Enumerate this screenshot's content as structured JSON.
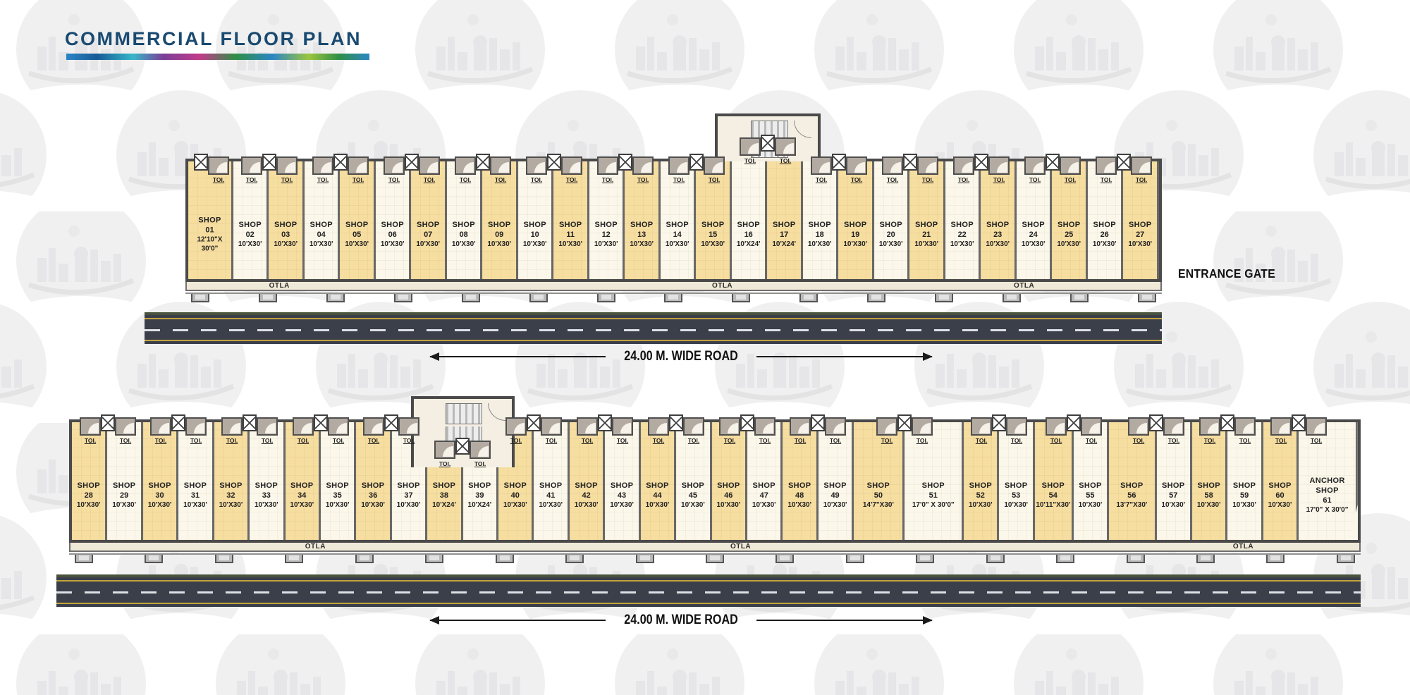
{
  "title": "COMMERCIAL FLOOR PLAN",
  "labels": {
    "shop_word": "SHOP",
    "toi": "TOI.",
    "otla": "OTLA",
    "road": "24.00 M. WIDE ROAD",
    "entrance_gate": "ENTRANCE GATE"
  },
  "colors": {
    "title_navy": "#1a4a70",
    "shop_yellow": "#f6dda0",
    "shop_cream": "#fbf7ea",
    "wall_dark": "#4a4a4a",
    "wall_mid": "#686868",
    "toi_gray": "#b3aaa2",
    "otla_beige": "#efe9d7",
    "road_asphalt": "#3a3f4a",
    "road_edge_yellow": "#c2a23c",
    "road_dash": "#dde0e4",
    "underline_accents": [
      "#2b86c5",
      "#37b6c9",
      "#c23a8a",
      "#2f8f46",
      "#9bc53d"
    ]
  },
  "strips": [
    {
      "id": "top",
      "yellow_parity": "odd",
      "stair_between": [
        "16",
        "17"
      ],
      "shops": [
        {
          "num": "01",
          "dim": "12'10\"X\n30'0\"",
          "w": 12.83
        },
        {
          "num": "02",
          "dim": "10'X30'",
          "w": 10
        },
        {
          "num": "03",
          "dim": "10'X30'",
          "w": 10
        },
        {
          "num": "04",
          "dim": "10'X30'",
          "w": 10
        },
        {
          "num": "05",
          "dim": "10'X30'",
          "w": 10
        },
        {
          "num": "06",
          "dim": "10'X30'",
          "w": 10
        },
        {
          "num": "07",
          "dim": "10'X30'",
          "w": 10
        },
        {
          "num": "08",
          "dim": "10'X30'",
          "w": 10
        },
        {
          "num": "09",
          "dim": "10'X30'",
          "w": 10
        },
        {
          "num": "10",
          "dim": "10'X30'",
          "w": 10
        },
        {
          "num": "11",
          "dim": "10'X30'",
          "w": 10
        },
        {
          "num": "12",
          "dim": "10'X30'",
          "w": 10
        },
        {
          "num": "13",
          "dim": "10'X30'",
          "w": 10
        },
        {
          "num": "14",
          "dim": "10'X30'",
          "w": 10
        },
        {
          "num": "15",
          "dim": "10'X30'",
          "w": 10
        },
        {
          "num": "16",
          "dim": "10'X24'",
          "w": 10
        },
        {
          "num": "17",
          "dim": "10'X24'",
          "w": 10
        },
        {
          "num": "18",
          "dim": "10'X30'",
          "w": 10
        },
        {
          "num": "19",
          "dim": "10'X30'",
          "w": 10
        },
        {
          "num": "20",
          "dim": "10'X30'",
          "w": 10
        },
        {
          "num": "21",
          "dim": "10'X30'",
          "w": 10
        },
        {
          "num": "22",
          "dim": "10'X30'",
          "w": 10
        },
        {
          "num": "23",
          "dim": "10'X30'",
          "w": 10
        },
        {
          "num": "24",
          "dim": "10'X30'",
          "w": 10
        },
        {
          "num": "25",
          "dim": "10'X30'",
          "w": 10
        },
        {
          "num": "26",
          "dim": "10'X30'",
          "w": 10
        },
        {
          "num": "27",
          "dim": "10'X30'",
          "w": 10
        }
      ]
    },
    {
      "id": "bottom",
      "yellow_parity": "even",
      "stair_between": [
        "38",
        "39"
      ],
      "shops": [
        {
          "num": "28",
          "dim": "10'X30'",
          "w": 10
        },
        {
          "num": "29",
          "dim": "10'X30'",
          "w": 10
        },
        {
          "num": "30",
          "dim": "10'X30'",
          "w": 10
        },
        {
          "num": "31",
          "dim": "10'X30'",
          "w": 10
        },
        {
          "num": "32",
          "dim": "10'X30'",
          "w": 10
        },
        {
          "num": "33",
          "dim": "10'X30'",
          "w": 10
        },
        {
          "num": "34",
          "dim": "10'X30'",
          "w": 10
        },
        {
          "num": "35",
          "dim": "10'X30'",
          "w": 10
        },
        {
          "num": "36",
          "dim": "10'X30'",
          "w": 10
        },
        {
          "num": "37",
          "dim": "10'X30'",
          "w": 10
        },
        {
          "num": "38",
          "dim": "10'X24'",
          "w": 10
        },
        {
          "num": "39",
          "dim": "10'X24'",
          "w": 10
        },
        {
          "num": "40",
          "dim": "10'X30'",
          "w": 10
        },
        {
          "num": "41",
          "dim": "10'X30'",
          "w": 10
        },
        {
          "num": "42",
          "dim": "10'X30'",
          "w": 10
        },
        {
          "num": "43",
          "dim": "10'X30'",
          "w": 10
        },
        {
          "num": "44",
          "dim": "10'X30'",
          "w": 10
        },
        {
          "num": "45",
          "dim": "10'X30'",
          "w": 10
        },
        {
          "num": "46",
          "dim": "10'X30'",
          "w": 10
        },
        {
          "num": "47",
          "dim": "10'X30'",
          "w": 10
        },
        {
          "num": "48",
          "dim": "10'X30'",
          "w": 10
        },
        {
          "num": "49",
          "dim": "10'X30'",
          "w": 10
        },
        {
          "num": "50",
          "dim": "14'7\"X30'",
          "w": 14.58
        },
        {
          "num": "51",
          "dim": "17'0\" X 30'0\"",
          "w": 17
        },
        {
          "num": "52",
          "dim": "10'X30'",
          "w": 10
        },
        {
          "num": "53",
          "dim": "10'X30'",
          "w": 10
        },
        {
          "num": "54",
          "dim": "10'11\"X30'",
          "w": 10.92
        },
        {
          "num": "55",
          "dim": "10'X30'",
          "w": 10
        },
        {
          "num": "56",
          "dim": "13'7\"X30'",
          "w": 13.58
        },
        {
          "num": "57",
          "dim": "10'X30'",
          "w": 10
        },
        {
          "num": "58",
          "dim": "10'X30'",
          "w": 10
        },
        {
          "num": "59",
          "dim": "10'X30'",
          "w": 10
        },
        {
          "num": "60",
          "dim": "10'X30'",
          "w": 10
        },
        {
          "num": "61",
          "label": "ANCHOR\nSHOP",
          "dim": "17'0\" X 30'0\"",
          "w": 17,
          "chamfer": true
        }
      ]
    }
  ]
}
